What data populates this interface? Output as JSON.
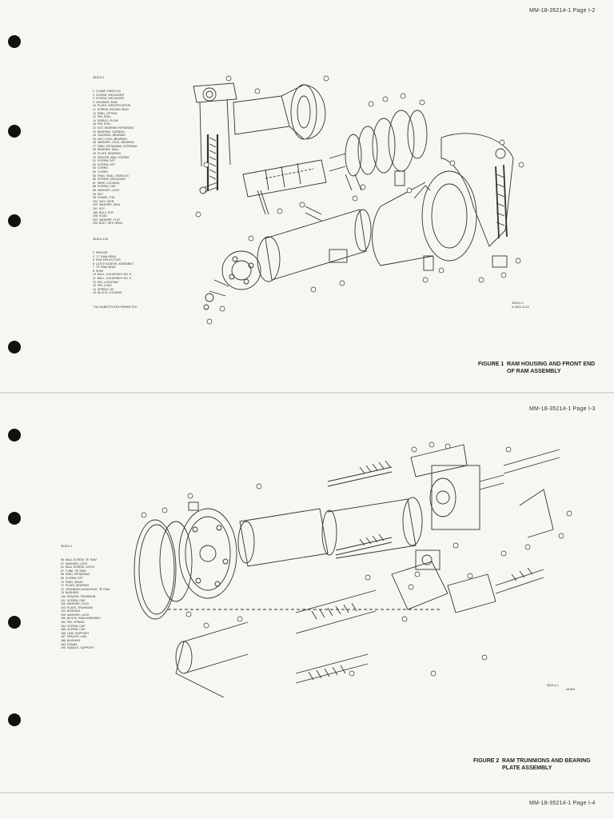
{
  "pages": [
    {
      "page_ref": "MM-18-35214-1 Page I-2",
      "list_title": "35214-1",
      "parts": [
        "2  CLAMP, GRAYLOC",
        "3  SCREW, SHOULDER",
        "4  SCREW, SHOULDER",
        "9  HOUSING, RAM",
        "10  PLATE, IDENTIFICATION",
        "11  SCREW, ROUND HEAD",
        "12  RING, LIFTING",
        "13  PIN, ROLL",
        "14  SHIELD, FLOW",
        "16  PIN, ROLL",
        "22  NUT, BEARING RETAINING",
        "23  BEARING, CARBON",
        "24  HOUSING, BEARING",
        "25  NUT, LOCK, BEARING",
        "26  WASHER, LOCK, BEARING",
        "27  RING, RETAINING, INTERNAL",
        "28  BEARING, BALL",
        "29  PLATE, BEARING",
        "30  SPACER, BALL SCREW",
        "51  SCREW, SET",
        "52  SCREW, SET",
        "53  O-RING",
        "54  O-RING",
        "63  RING, SEAL, GRAYLOC",
        "86  SCREW, SHOULDER",
        "87  WIRE, LOCKING",
        "88  SCREW, CAP",
        "89  WASHER, LOCK",
        "90  KEY",
        "98  DOWEL, PIN",
        "124  NUT, LEER",
        "125  WASHER, SEAL",
        "151  KEY",
        "185  BOLT, EYE",
        "198  STUD",
        "203  WASHER, FLAT",
        "205  BOLT, HEX HEAD"
      ],
      "list2_title": "35214-125",
      "parts2": [
        "2  SPACER",
        "4  \"C\" RAM HEAD",
        "5  ROD DEFLECTOR",
        "6  LATCH SLEEVE, ASSEMBLY",
        "7  \"B\" RAM HEAD",
        "8  SHIM",
        "10  BALL, COLMONOY NO. 6",
        "11  BALL, COLMONOY NO. 6",
        "12  PIN, LOCATING",
        "13  PIN, LOCK",
        "14  SPRING, 50",
        "15  BLOCK, LOCKING"
      ],
      "note": "* NO SUBSTITUTES PERMITTED",
      "art_id": "35214-1",
      "art_sub": "#-3021-6-20",
      "figure_num": "FIGURE 1",
      "figure_title_1": "RAM HOUSING AND FRONT END",
      "figure_title_2": "OF RAM ASSEMBLY"
    },
    {
      "page_ref": "MM-18-35214-1 Page I-3",
      "list_title": "35214-1",
      "parts": [
        "56  BALL SCREW, \"B\" RAM",
        "57  WASHER, LOCK",
        "61  BALL SCREW, LATCH",
        "67  TUBE, \"B\" RAM",
        "68  RING, RETAINING",
        "69  SCREW, SET",
        "70  RING, WEAR",
        "71  PLATE, BEARING",
        "72  TRUNNION MOUNTING, \"B\" RAM",
        "74  BUSHING",
        "100  SPACER, TRUNNION",
        "101  SCREW, CAP",
        "102  WASHER, LOCK",
        "103  PLATE, TRUNNION",
        "104  BUSHING",
        "105  WASHER, LOCK",
        "160  BLOCK, RAM ASSEMBLY",
        "162  PIN, SPRING",
        "164  SCREW, CAP",
        "166  SCREW, CAP",
        "186  LINK, SUPPORT",
        "187  SPACER, LINK",
        "188  BUSHING",
        "189  DOWEL",
        "190  SADDLE, SUPPORT"
      ],
      "art_id": "35214-1",
      "art_sub": "#4403",
      "figure_num": "FIGURE 2",
      "figure_title_1": "RAM TRUNNIONS AND BEARING",
      "figure_title_2": "PLATE ASSEMBLY"
    },
    {
      "page_ref": "MM-18-35214-1 Page I-4"
    }
  ]
}
